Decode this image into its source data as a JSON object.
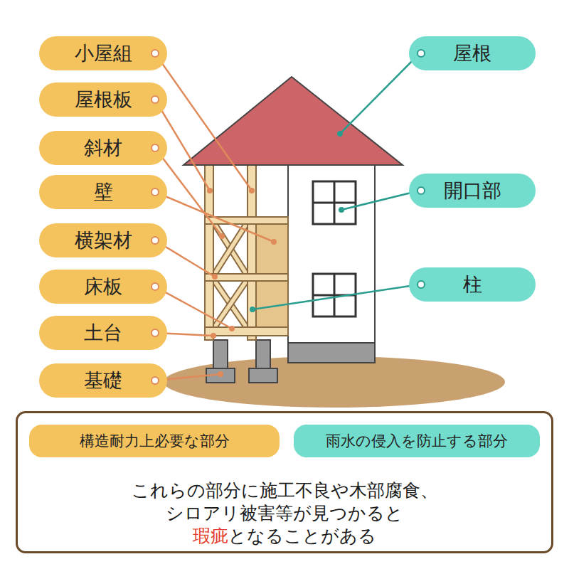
{
  "diagram": {
    "nodes": [
      {
        "text": [
          "小屋組"
        ]
      },
      {
        "text": [
          "屋根板"
        ]
      },
      {
        "text": [
          "斜材"
        ]
      },
      {
        "text": [
          "壁"
        ]
      },
      {
        "text": [
          "横架材"
        ]
      },
      {
        "text": [
          "床板"
        ]
      },
      {
        "text": [
          "土台"
        ]
      },
      {
        "text": [
          "基礎"
        ]
      },
      {
        "text": [
          "屋根"
        ]
      },
      {
        "text": [
          "開口部"
        ]
      },
      {
        "text": [
          "柱"
        ]
      },
      {
        "text": [
          "これらの部分に施工不良や木部腐食、",
          "シロアリ被害等が見つかると",
          "瑕疵",
          "となることがある"
        ]
      }
    ],
    "edges": [],
    "legend": [
      {
        "text": "構造耐力上必要な部分",
        "color": "#f4c35e"
      },
      {
        "text": "雨水の侵入を防止する部分",
        "color": "#72dccd"
      }
    ]
  }
}
